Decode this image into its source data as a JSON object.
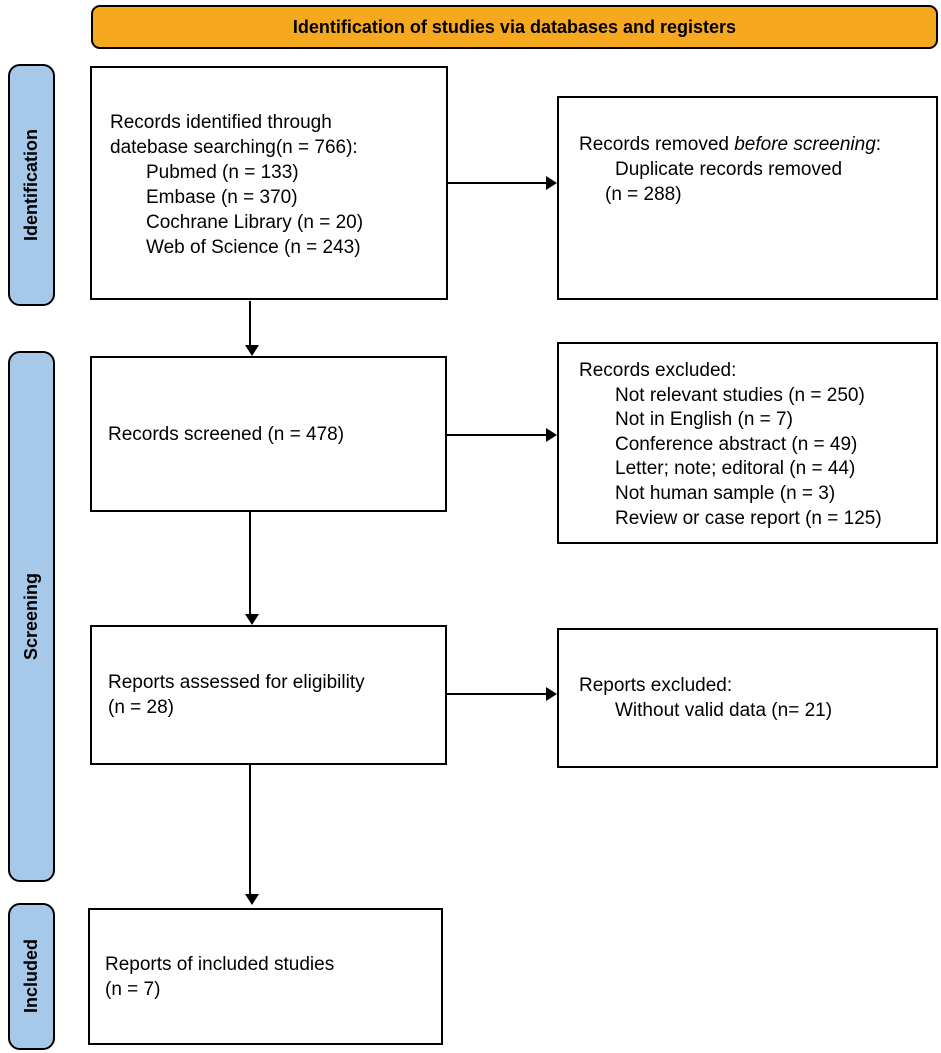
{
  "title": "Identification of studies via databases and registers",
  "colors": {
    "banner_bg": "#F6A81E",
    "stage_bg": "#A6C9E9",
    "border": "#000000",
    "box_bg": "#FFFFFF",
    "text": "#000000"
  },
  "stages": {
    "identification": "Identification",
    "screening": "Screening",
    "included": "Included"
  },
  "boxes": {
    "records_identified": {
      "lines": [
        "Records identified through",
        "datebase searching(n = 766):"
      ],
      "items": [
        "Pubmed (n = 133)",
        "Embase (n = 370)",
        "Cochrane Library (n = 20)",
        "Web of Science (n = 243)"
      ]
    },
    "records_removed": {
      "prefix": "Records removed ",
      "italic": "before screening",
      "suffix": ":",
      "items": [
        "Duplicate records removed",
        "(n = 288)"
      ]
    },
    "records_screened": {
      "text": "Records screened (n = 478)"
    },
    "records_excluded": {
      "header": "Records excluded:",
      "items": [
        "Not relevant studies (n = 250)",
        "Not in English (n = 7)",
        "Conference abstract (n = 49)",
        "Letter; note; editoral (n = 44)",
        "Not human sample (n = 3)",
        "Review or case report (n = 125)"
      ]
    },
    "reports_assessed": {
      "lines": [
        "Reports assessed for eligibility",
        "(n = 28)"
      ]
    },
    "reports_excluded": {
      "header": "Reports excluded:",
      "items": [
        "Without valid data (n= 21)"
      ]
    },
    "included_reports": {
      "lines": [
        "Reports of included studies",
        "(n = 7)"
      ]
    }
  }
}
